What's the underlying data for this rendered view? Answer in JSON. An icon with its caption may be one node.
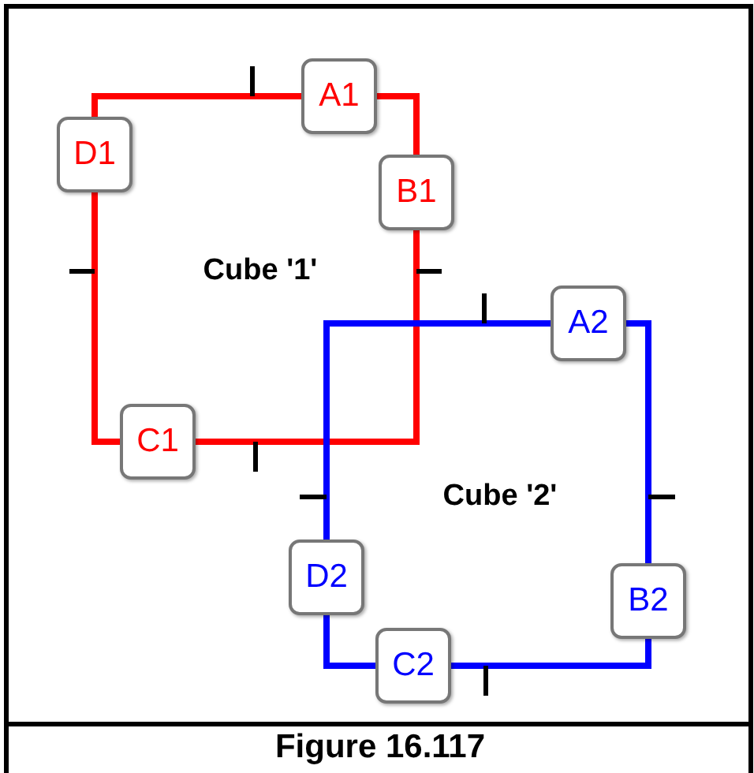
{
  "diagram": {
    "caption": "Figure 16.117",
    "nodes": [
      {
        "text": [
          "A1"
        ]
      },
      {
        "text": [
          "B1"
        ]
      },
      {
        "text": [
          "C1"
        ]
      },
      {
        "text": [
          "D1"
        ]
      },
      {
        "text": [
          "A2"
        ]
      },
      {
        "text": [
          "B2"
        ]
      },
      {
        "text": [
          "C2"
        ]
      },
      {
        "text": [
          "D2"
        ]
      }
    ],
    "edges": [
      {
        "from": 0,
        "to": 1,
        "arrow": "none",
        "color": "#ff0000"
      },
      {
        "from": 1,
        "to": 2,
        "arrow": "none",
        "color": "#ff0000"
      },
      {
        "from": 2,
        "to": 3,
        "arrow": "none",
        "color": "#ff0000"
      },
      {
        "from": 3,
        "to": 0,
        "arrow": "none",
        "color": "#ff0000"
      },
      {
        "from": 4,
        "to": 5,
        "arrow": "none",
        "color": "#0000ff"
      },
      {
        "from": 5,
        "to": 6,
        "arrow": "none",
        "color": "#0000ff"
      },
      {
        "from": 6,
        "to": 7,
        "arrow": "none",
        "color": "#0000ff"
      },
      {
        "from": 7,
        "to": 4,
        "arrow": "none",
        "color": "#0000ff"
      }
    ],
    "labels": [
      "Cube '1'",
      "Cube '2'"
    ]
  }
}
